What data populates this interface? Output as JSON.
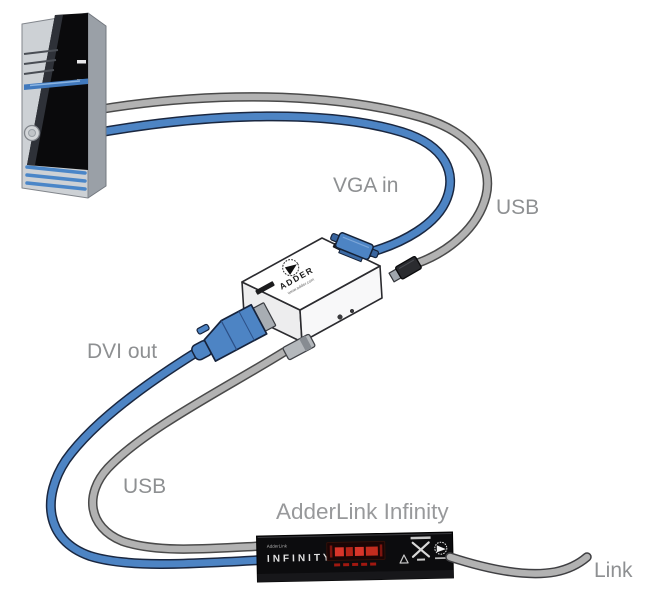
{
  "labels": {
    "vga_in": "VGA in",
    "usb_top": "USB",
    "dvi_out": "DVI out",
    "usb_bottom": "USB",
    "extender_caption": "AdderLink Infinity",
    "link": "Link"
  },
  "converter": {
    "brand": "ADDER",
    "website": "www.adder.com"
  },
  "extender": {
    "brand": "AdderLink",
    "model": "INFINITY"
  },
  "colors": {
    "video_cable_blue": "#4d84c4",
    "usb_cable_gray": "#b2b2b2",
    "cable_outline_blue": "#1a2740",
    "cable_outline_gray": "#4a4a4a",
    "label_text_gray": "#8e9092",
    "led_display_red": "#d8352a",
    "extender_chassis_black": "#0c0c0e",
    "tower_led_blue": "#4a86c8"
  }
}
